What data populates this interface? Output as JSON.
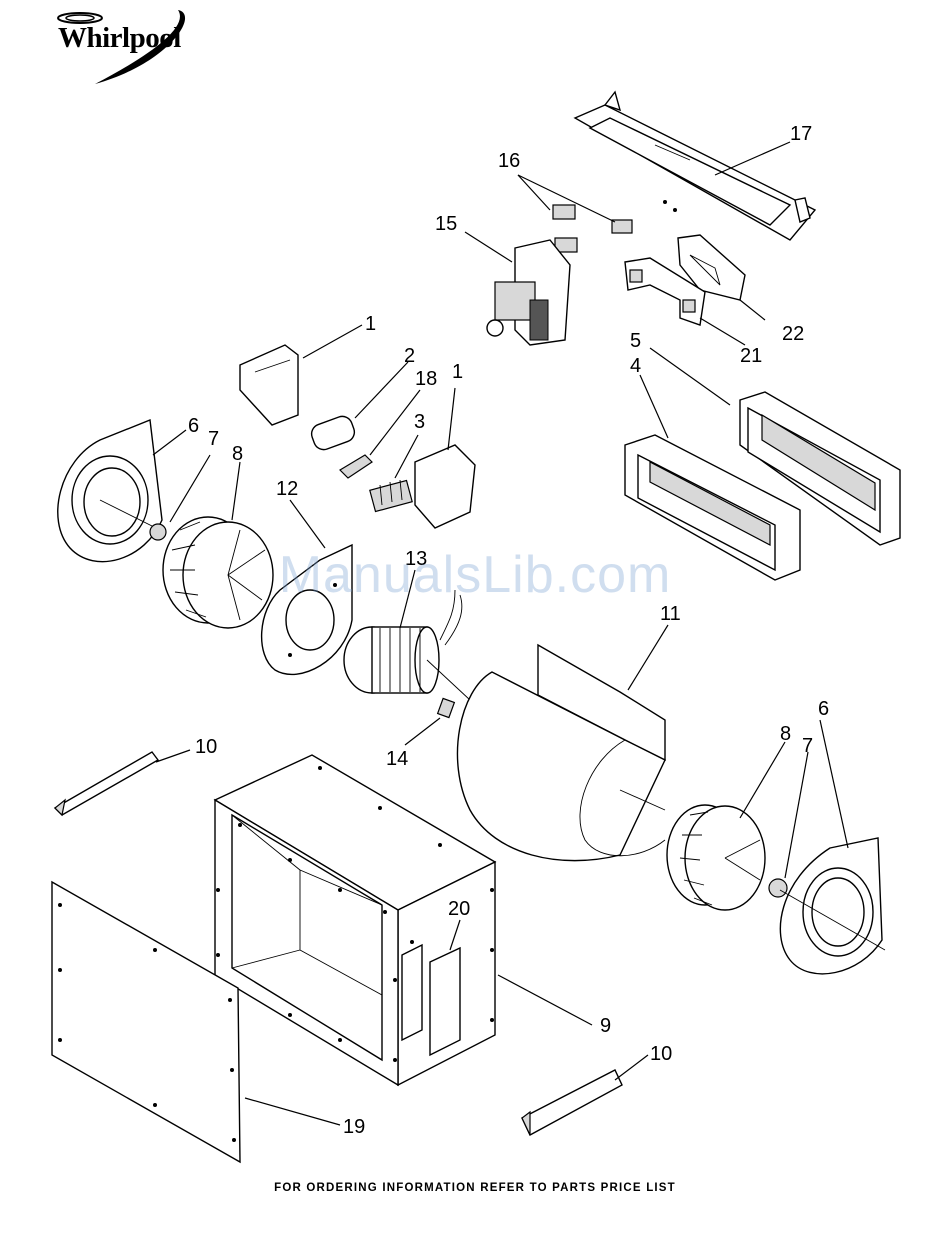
{
  "brand": {
    "logo_text": "Whirlpool",
    "logo_icon": "whirlpool-swoosh-logo"
  },
  "watermark": "ManualsLib.com",
  "footer": "FOR ORDERING INFORMATION REFER TO PARTS PRICE LIST",
  "callouts": {
    "c1a": "1",
    "c1b": "1",
    "c2": "2",
    "c3": "3",
    "c4": "4",
    "c5": "5",
    "c6a": "6",
    "c6b": "6",
    "c7a": "7",
    "c7b": "7",
    "c8a": "8",
    "c8b": "8",
    "c9": "9",
    "c10a": "10",
    "c10b": "10",
    "c11": "11",
    "c12": "12",
    "c13": "13",
    "c14": "14",
    "c15": "15",
    "c16": "16",
    "c17": "17",
    "c18": "18",
    "c19": "19",
    "c20": "20",
    "c21": "21",
    "c22": "22"
  },
  "colors": {
    "ink": "#000000",
    "paper": "#ffffff",
    "watermark": "#78a0d2"
  }
}
